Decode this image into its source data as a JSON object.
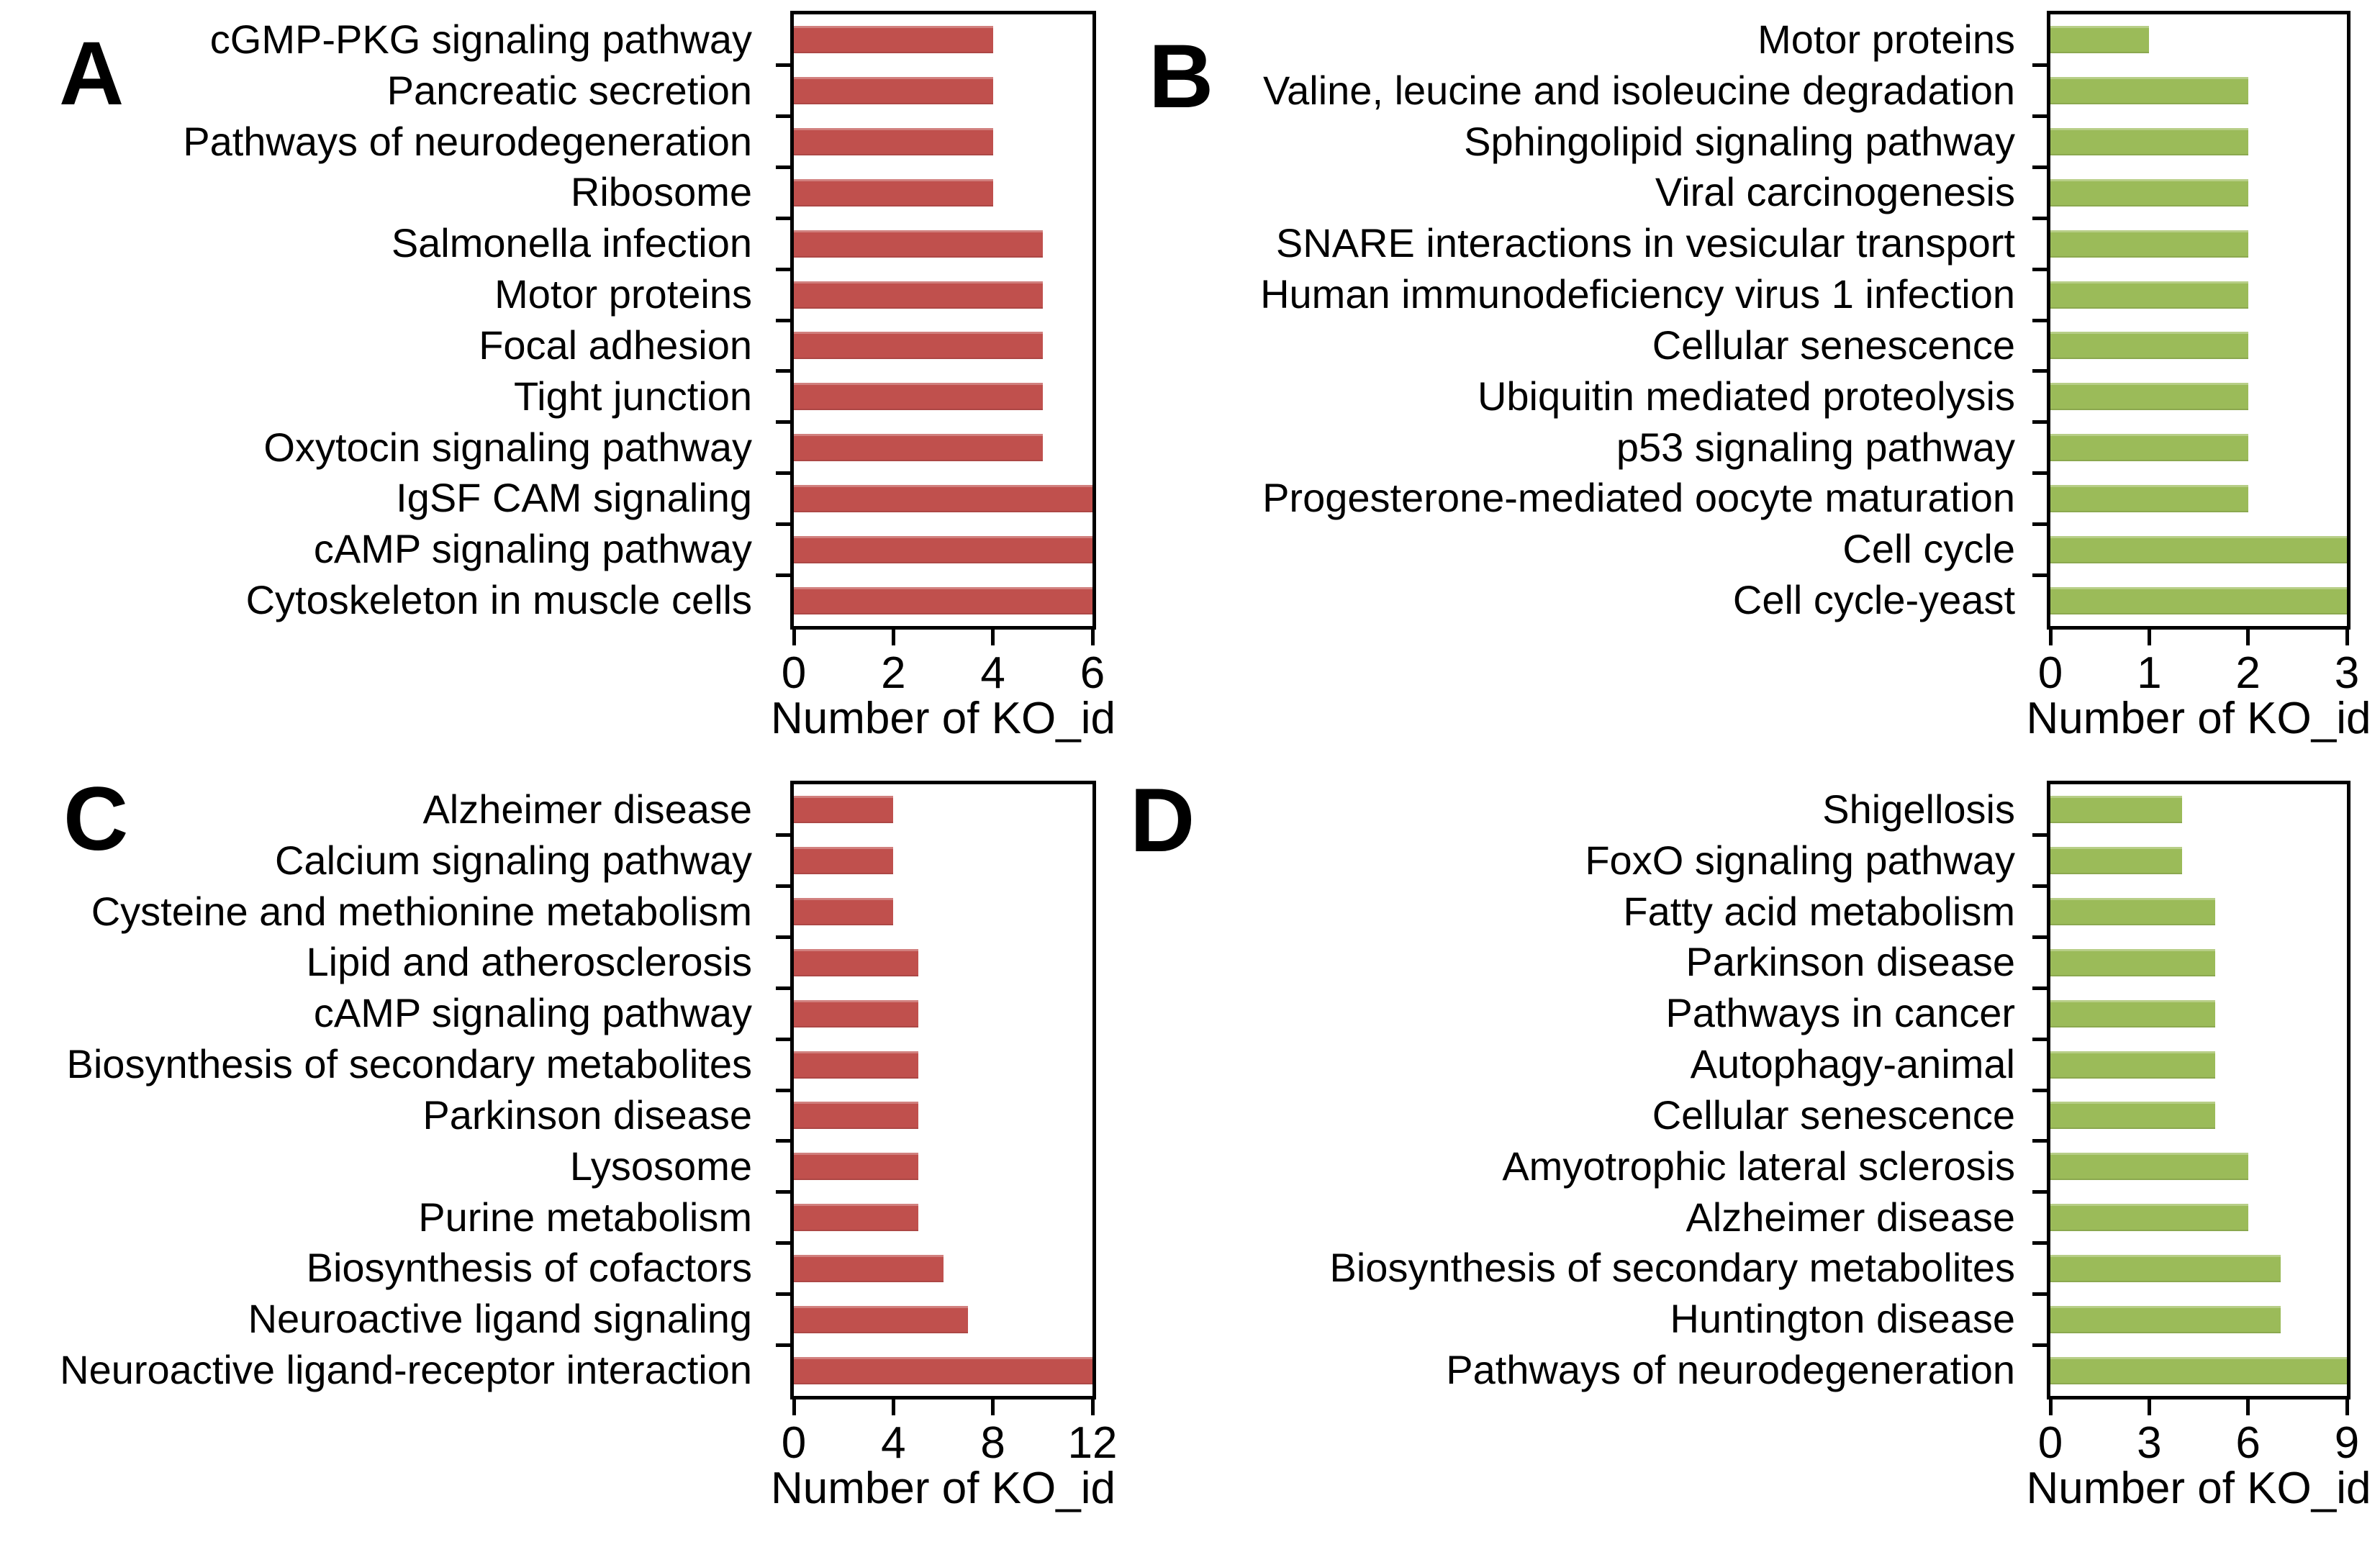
{
  "colors": {
    "red_bars": "#C0504D",
    "green_bars": "#9BBB59",
    "axis": "#000000",
    "background": "#FFFFFF"
  },
  "chart_data": [
    {
      "type": "bar",
      "orientation": "horizontal",
      "panel_letter": "A",
      "bar_color": "red_bars",
      "xlabel": "Number of KO_id",
      "xlim": [
        0,
        6
      ],
      "x_ticks": [
        0,
        2,
        4,
        6
      ],
      "grid": false,
      "categories": [
        "cGMP-PKG signaling pathway",
        "Pancreatic secretion",
        "Pathways of neurodegeneration",
        "Ribosome",
        "Salmonella infection",
        "Motor proteins",
        "Focal adhesion",
        "Tight junction",
        "Oxytocin signaling pathway",
        "IgSF CAM signaling",
        "cAMP signaling pathway",
        "Cytoskeleton in muscle cells"
      ],
      "values": [
        4,
        4,
        4,
        4,
        5,
        5,
        5,
        5,
        5,
        6,
        6,
        6
      ]
    },
    {
      "type": "bar",
      "orientation": "horizontal",
      "panel_letter": "B",
      "bar_color": "green_bars",
      "xlabel": "Number of KO_id",
      "xlim": [
        0,
        3
      ],
      "x_ticks": [
        0,
        1,
        2,
        3
      ],
      "grid": false,
      "categories": [
        "Motor proteins",
        "Valine, leucine and isoleucine degradation",
        "Sphingolipid signaling pathway",
        "Viral carcinogenesis",
        "SNARE interactions in vesicular transport",
        "Human immunodeficiency virus 1 infection",
        "Cellular senescence",
        "Ubiquitin mediated proteolysis",
        "p53 signaling pathway",
        "Progesterone-mediated oocyte maturation",
        "Cell cycle",
        "Cell cycle-yeast"
      ],
      "values": [
        1,
        2,
        2,
        2,
        2,
        2,
        2,
        2,
        2,
        2,
        3,
        3
      ]
    },
    {
      "type": "bar",
      "orientation": "horizontal",
      "panel_letter": "C",
      "bar_color": "red_bars",
      "xlabel": "Number of KO_id",
      "xlim": [
        0,
        12
      ],
      "x_ticks": [
        0,
        4,
        8,
        12
      ],
      "grid": false,
      "categories": [
        "Alzheimer disease",
        "Calcium signaling pathway",
        "Cysteine and methionine metabolism",
        "Lipid and atherosclerosis",
        "cAMP signaling pathway",
        "Biosynthesis of secondary metabolites",
        "Parkinson disease",
        "Lysosome",
        "Purine metabolism",
        "Biosynthesis of cofactors",
        "Neuroactive ligand signaling",
        "Neuroactive ligand-receptor interaction"
      ],
      "values": [
        4,
        4,
        4,
        5,
        5,
        5,
        5,
        5,
        5,
        6,
        7,
        12
      ]
    },
    {
      "type": "bar",
      "orientation": "horizontal",
      "panel_letter": "D",
      "bar_color": "green_bars",
      "xlabel": "Number of KO_id",
      "xlim": [
        0,
        9
      ],
      "x_ticks": [
        0,
        3,
        6,
        9
      ],
      "grid": false,
      "categories": [
        "Shigellosis",
        "FoxO signaling pathway",
        "Fatty acid metabolism",
        "Parkinson disease",
        "Pathways in cancer",
        "Autophagy-animal",
        "Cellular senescence",
        "Amyotrophic lateral sclerosis",
        "Alzheimer disease",
        "Biosynthesis of secondary metabolites",
        "Huntington disease",
        "Pathways of neurodegeneration"
      ],
      "values": [
        4,
        4,
        5,
        5,
        5,
        5,
        5,
        6,
        6,
        7,
        7,
        9
      ]
    }
  ]
}
